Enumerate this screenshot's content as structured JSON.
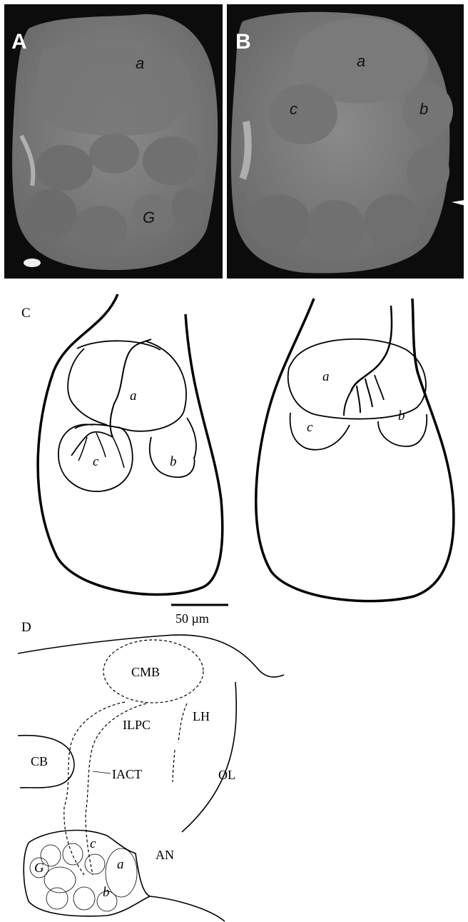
{
  "panels": {
    "A": {
      "letter": "A",
      "labels": {
        "a": "a",
        "G": "G"
      }
    },
    "B": {
      "letter": "B",
      "labels": {
        "a": "a",
        "b": "b",
        "c": "c"
      }
    },
    "C": {
      "letter": "C",
      "left": {
        "a": "a",
        "b": "b",
        "c": "c"
      },
      "right": {
        "a": "a",
        "b": "b",
        "c": "c"
      }
    },
    "D": {
      "letter": "D",
      "regions": {
        "cmb": "CMB",
        "ilpc": "ILPC",
        "lh": "LH",
        "cb": "CB",
        "iact": "IACT",
        "ol": "OL",
        "an": "AN"
      },
      "glomeruli": {
        "G": "G",
        "a": "a",
        "b": "b",
        "c": "c"
      }
    }
  },
  "scale_bar": {
    "label": "50 µm"
  }
}
